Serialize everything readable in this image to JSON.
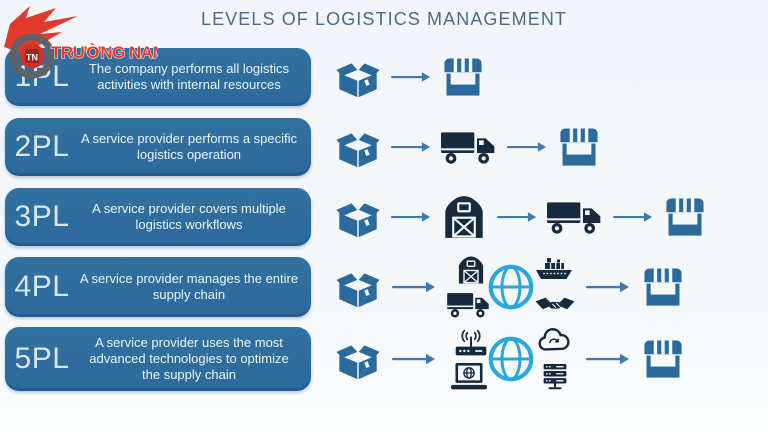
{
  "title": "LEVELS OF LOGISTICS MANAGEMENT",
  "watermark": {
    "badge": "TN",
    "text": "TRƯỜNG NAM",
    "color": "#e23a2c"
  },
  "colors": {
    "pill_blue": "#2f6ca1",
    "icon_blue": "#2b6a9b",
    "icon_dark": "#16293d",
    "globe_blue": "#29a8e0",
    "arrow_blue": "#3c7ab0",
    "title_text": "#4c6b88",
    "background": "#f4f8fb"
  },
  "rows": [
    {
      "level": "1PL",
      "description": "The company performs all logistics activities with internal resources",
      "flow": [
        "package-box",
        "arrow",
        "storefront"
      ]
    },
    {
      "level": "2PL",
      "description": "A service provider performs a specific logistics operation",
      "flow": [
        "package-box",
        "arrow",
        "delivery-truck",
        "arrow",
        "storefront"
      ]
    },
    {
      "level": "3PL",
      "description": "A service provider covers multiple logistics workflows",
      "flow": [
        "package-box",
        "arrow",
        "warehouse-barn",
        "arrow",
        "delivery-truck",
        "arrow",
        "storefront"
      ]
    },
    {
      "level": "4PL",
      "description": "A service provider manages the entire supply chain",
      "flow": [
        "package-box",
        "arrow",
        {
          "cluster": [
            "warehouse-barn",
            "delivery-truck",
            "globe",
            "cargo-ship",
            "handshake"
          ]
        },
        "arrow",
        "storefront"
      ]
    },
    {
      "level": "5PL",
      "description": "A service provider uses the most advanced technologies to optimize the supply chain",
      "flow": [
        "package-box",
        "arrow",
        {
          "cluster": [
            "wifi-router",
            "laptop",
            "globe",
            "cloud-sync",
            "server-rack"
          ]
        },
        "arrow",
        "storefront"
      ]
    }
  ]
}
